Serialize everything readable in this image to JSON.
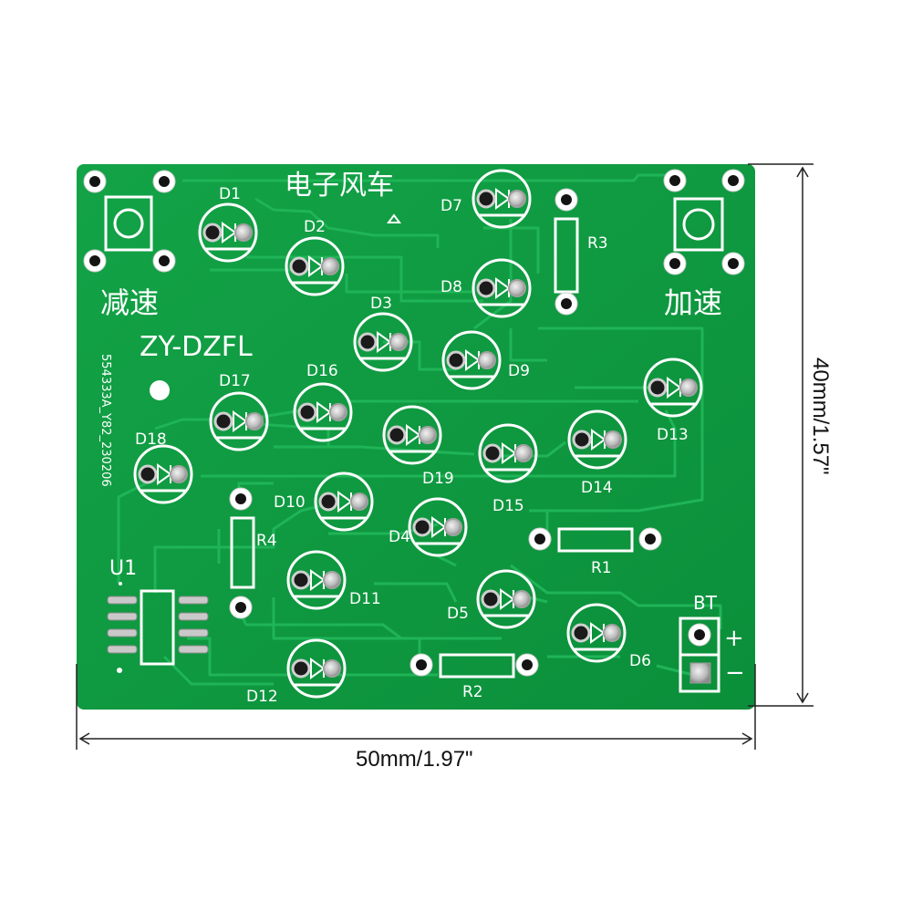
{
  "pcb": {
    "title_cn": "电子风车",
    "model": "ZY-DZFL",
    "serial": "554333A_Y82_230206",
    "slow_label": "减速",
    "fast_label": "加速",
    "chip_label": "U1",
    "battery_label": "BT",
    "plus_label": "+",
    "minus_label": "−",
    "leds": [
      "D1",
      "D2",
      "D3",
      "D4",
      "D5",
      "D6",
      "D7",
      "D8",
      "D9",
      "D10",
      "D11",
      "D12",
      "D13",
      "D14",
      "D15",
      "D16",
      "D17",
      "D18",
      "D19"
    ],
    "resistors": [
      "R1",
      "R2",
      "R3",
      "R4"
    ],
    "colors": {
      "board": "#0e9b3f",
      "silkscreen": "#ffffff",
      "pad": "#d8d8d8",
      "trace": "#11a848"
    }
  },
  "dimensions": {
    "width_label": "50mm/1.97\"",
    "height_label": "40mm/1.57\""
  }
}
